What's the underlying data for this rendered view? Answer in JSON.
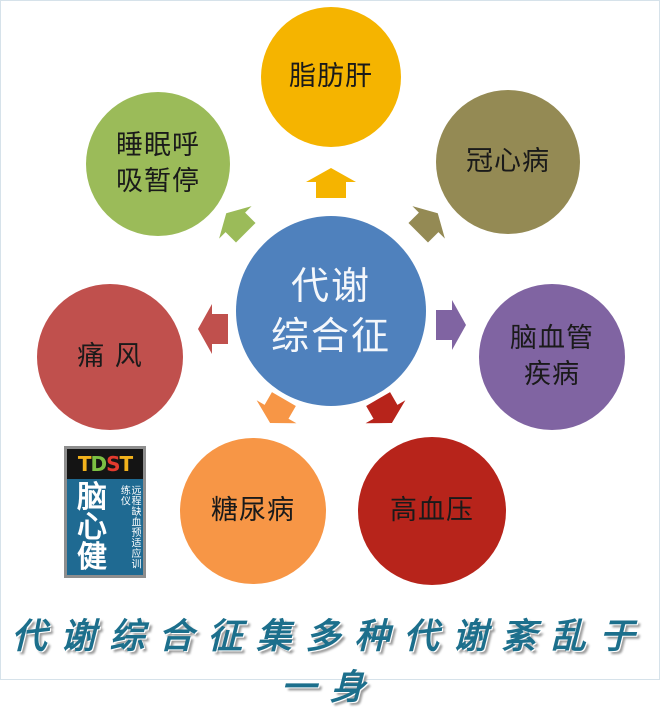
{
  "diagram": {
    "center": {
      "label": "代谢\n综合征",
      "color": "#4f81bd"
    },
    "nodes": [
      {
        "id": "fatty-liver",
        "label": "脂肪肝",
        "color": "#f5b400"
      },
      {
        "id": "coronary",
        "label": "冠心病",
        "color": "#948a54"
      },
      {
        "id": "cerebrovascular",
        "label": "脑血管\n疾病",
        "color": "#8064a2"
      },
      {
        "id": "hypertension",
        "label": "高血压",
        "color": "#b7241b"
      },
      {
        "id": "diabetes",
        "label": "糖尿病",
        "color": "#f79646"
      },
      {
        "id": "gout",
        "label": "痛 风",
        "color": "#c0504d"
      },
      {
        "id": "sleep-apnea",
        "label": "睡眠呼\n吸暂停",
        "color": "#9bbb59"
      }
    ],
    "arrows": [
      {
        "to": "fatty-liver",
        "color": "#f5b400"
      },
      {
        "to": "coronary",
        "color": "#948a54"
      },
      {
        "to": "cerebrovascular",
        "color": "#8064a2"
      },
      {
        "to": "hypertension",
        "color": "#b7241b"
      },
      {
        "to": "diabetes",
        "color": "#f79646"
      },
      {
        "to": "gout",
        "color": "#c0504d"
      },
      {
        "to": "sleep-apnea",
        "color": "#9bbb59"
      }
    ]
  },
  "logo": {
    "brand": [
      "T",
      "D",
      "S",
      "T"
    ],
    "big_text": "脑\n心\n健",
    "small_text": "远程缺血预适应训练仪"
  },
  "tagline": "代谢综合征集多种代谢紊乱于一身"
}
